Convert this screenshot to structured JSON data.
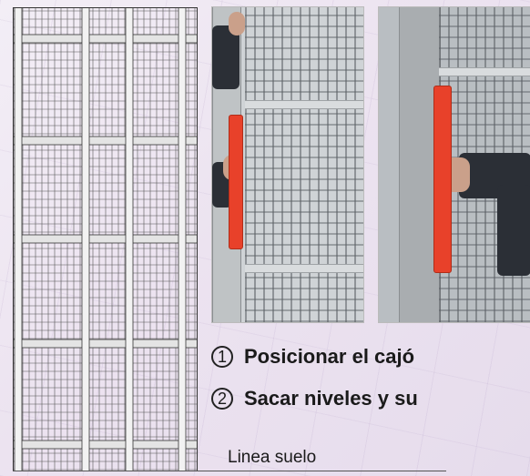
{
  "steps": [
    {
      "number": "1",
      "text": "Posicionar el cajó"
    },
    {
      "number": "2",
      "text": "Sacar niveles y su"
    }
  ],
  "floor_label": "Linea suelo",
  "colors": {
    "level_red": "#e8412a",
    "background": "#ece3f0",
    "text": "#1a1a1a"
  }
}
